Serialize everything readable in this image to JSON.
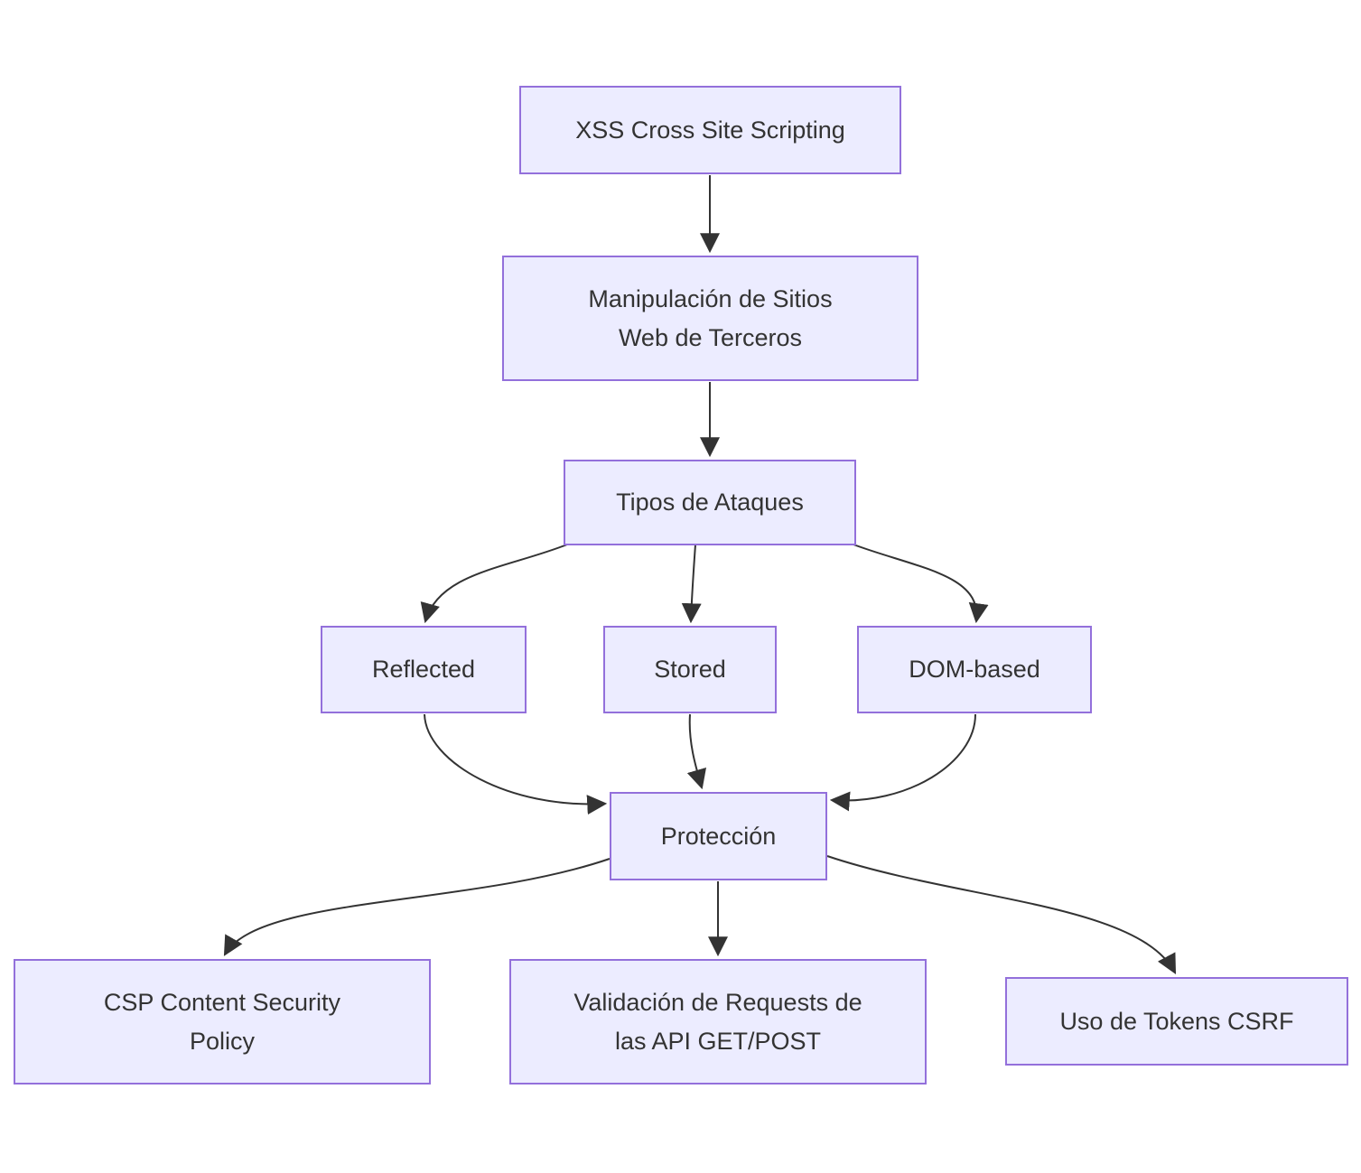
{
  "colors": {
    "node_fill": "#ECECFF",
    "node_border": "#9370DB",
    "node_text": "#333333",
    "edge_color": "#333333",
    "background": "#FFFFFF"
  },
  "nodes": {
    "xss": {
      "label": "XSS Cross Site Scripting"
    },
    "manipulacion": {
      "line1": "Manipulación de Sitios",
      "line2": "Web de Terceros"
    },
    "tipos": {
      "label": "Tipos de Ataques"
    },
    "reflected": {
      "label": "Reflected"
    },
    "stored": {
      "label": "Stored"
    },
    "dom_based": {
      "label": "DOM-based"
    },
    "proteccion": {
      "label": "Protección"
    },
    "csp": {
      "line1": "CSP Content Security",
      "line2": "Policy"
    },
    "validacion": {
      "line1": "Validación de Requests de",
      "line2": "las API GET/POST"
    },
    "tokens_csrf": {
      "label": "Uso de Tokens CSRF"
    }
  },
  "edges": [
    {
      "from": "xss",
      "to": "manipulacion"
    },
    {
      "from": "manipulacion",
      "to": "tipos"
    },
    {
      "from": "tipos",
      "to": "reflected"
    },
    {
      "from": "tipos",
      "to": "stored"
    },
    {
      "from": "tipos",
      "to": "dom_based"
    },
    {
      "from": "reflected",
      "to": "proteccion"
    },
    {
      "from": "stored",
      "to": "proteccion"
    },
    {
      "from": "dom_based",
      "to": "proteccion"
    },
    {
      "from": "proteccion",
      "to": "csp"
    },
    {
      "from": "proteccion",
      "to": "validacion"
    },
    {
      "from": "proteccion",
      "to": "tokens_csrf"
    }
  ]
}
